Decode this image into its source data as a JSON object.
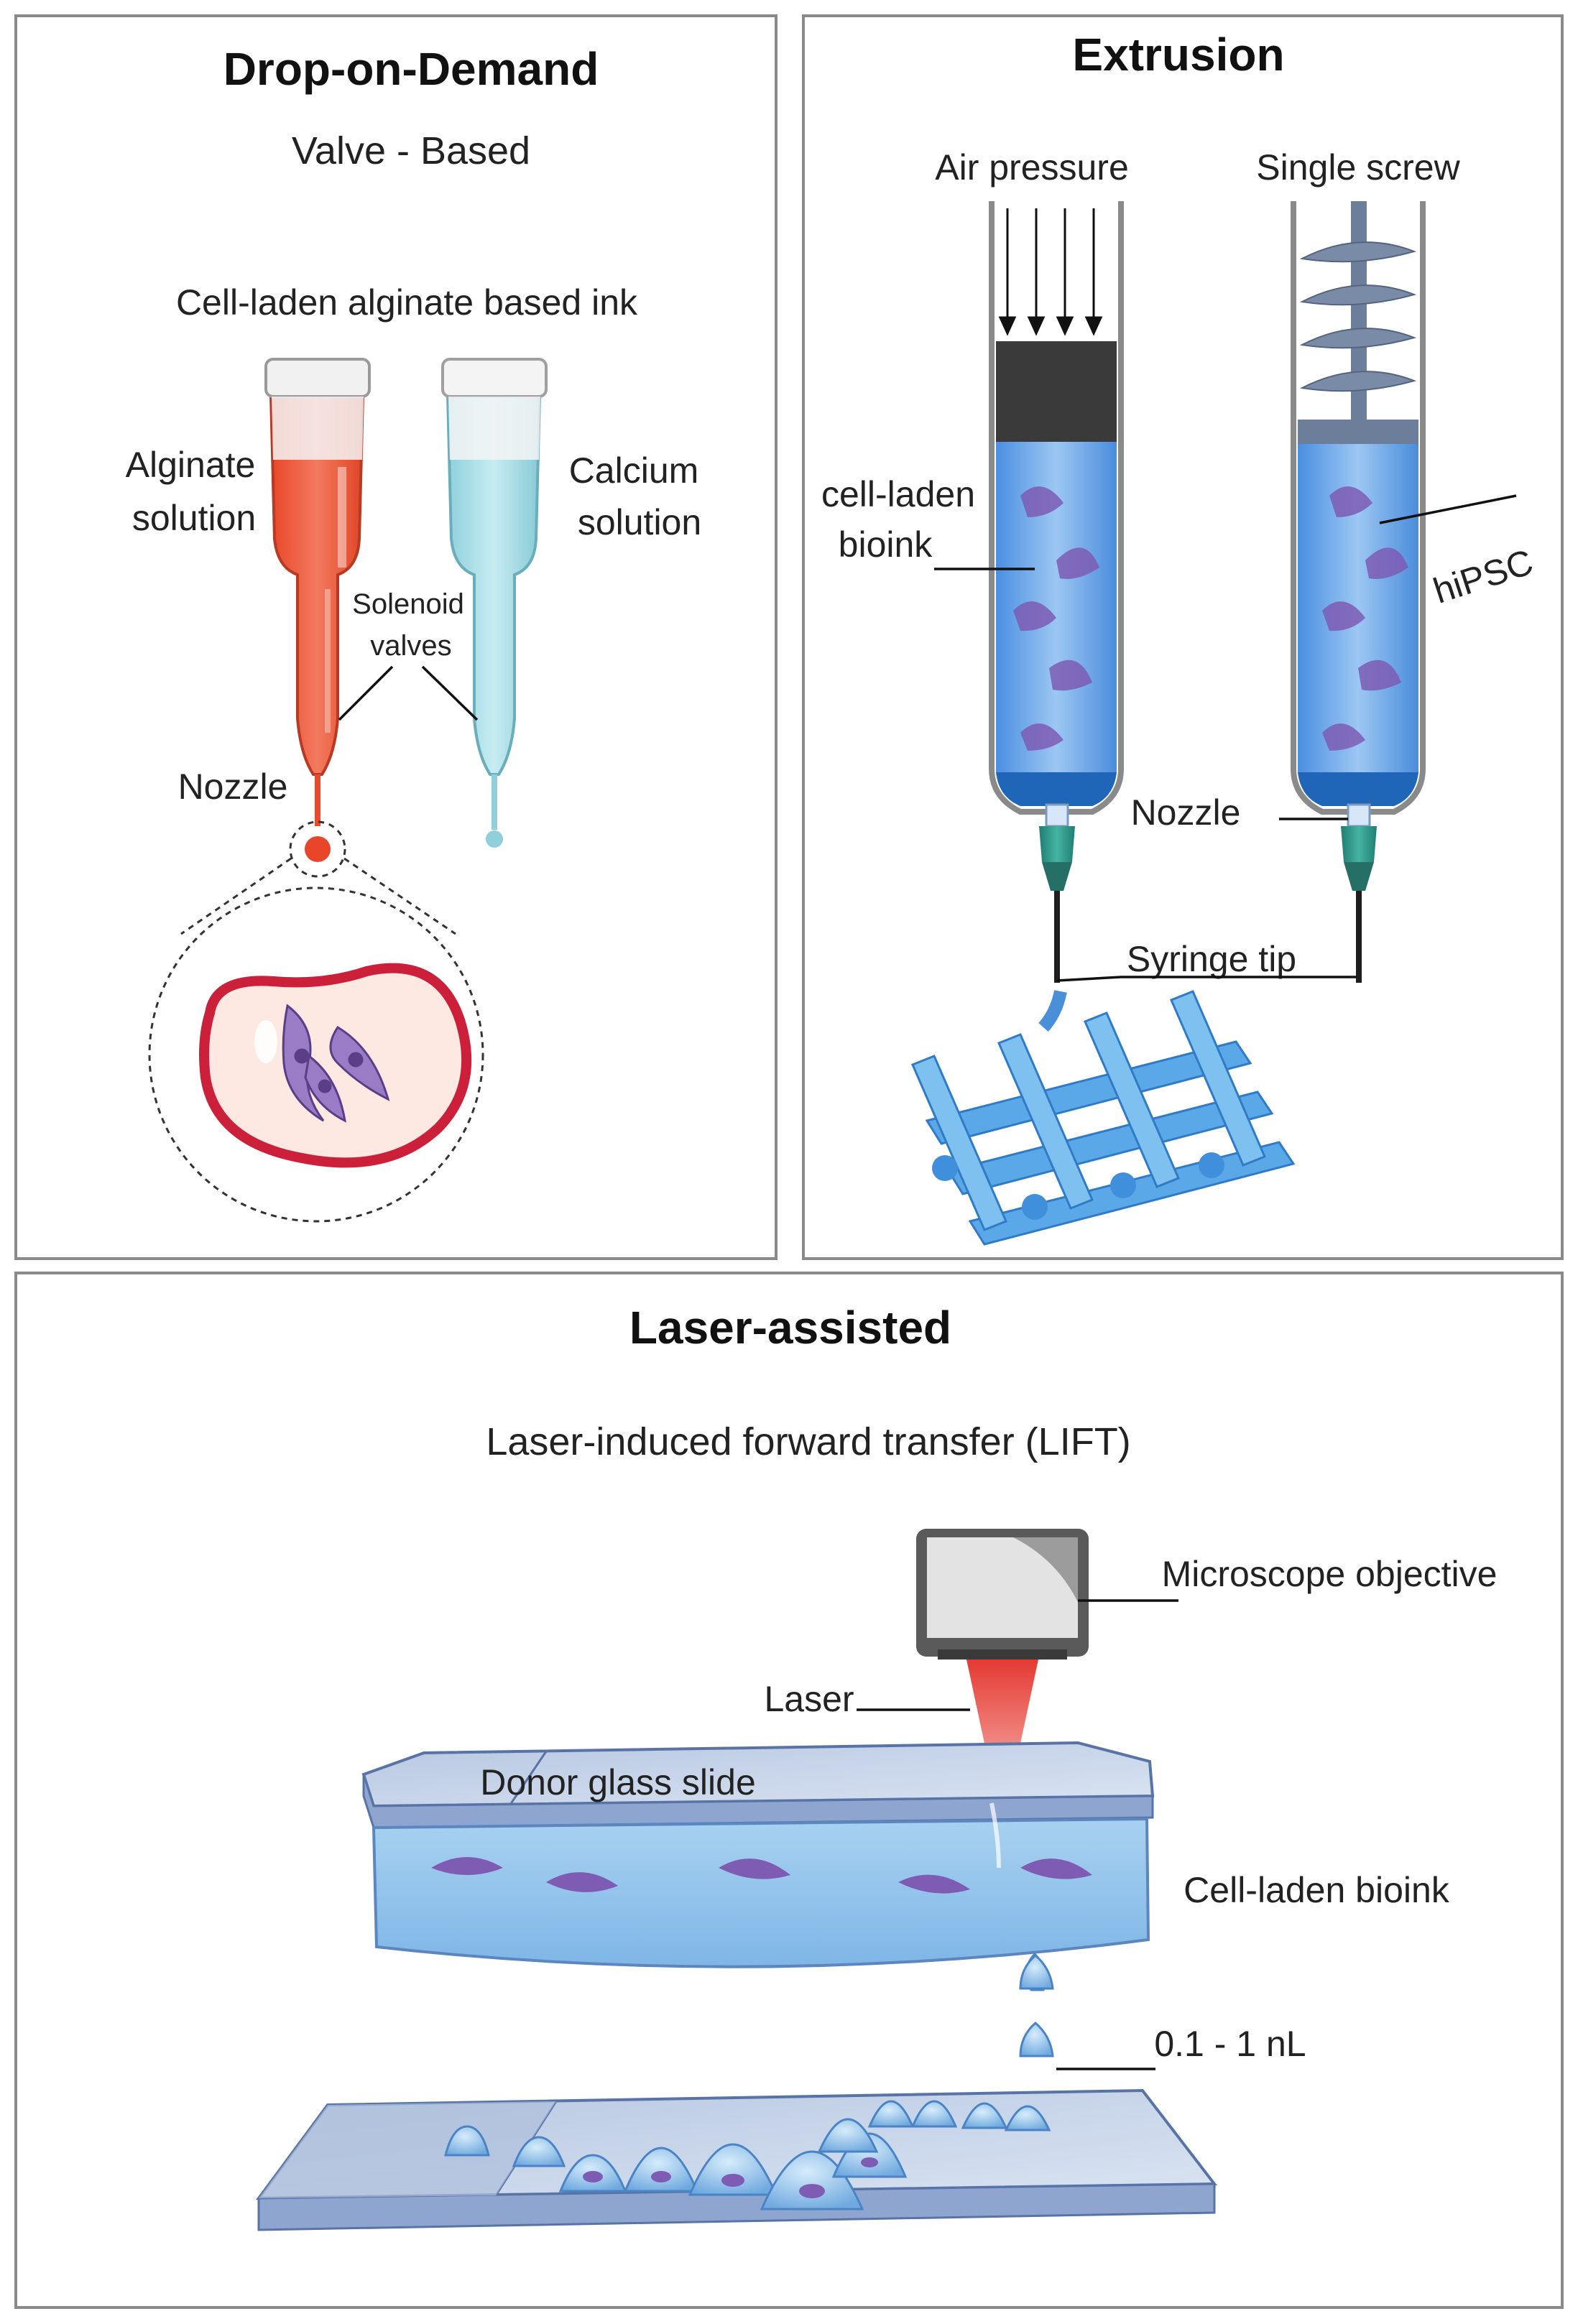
{
  "panels": {
    "dod": {
      "title": "Drop-on-Demand",
      "subtitle": "Valve - Based",
      "ink_label": "Cell-laden alginate based ink",
      "alginate_label_1": "Alginate",
      "alginate_label_2": "solution",
      "calcium_label_1": "Calcium",
      "calcium_label_2": "solution",
      "valves_label_1": "Solenoid",
      "valves_label_2": "valves",
      "nozzle_label": "Nozzle"
    },
    "extrusion": {
      "title": "Extrusion",
      "air_label": "Air pressure",
      "screw_label": "Single screw",
      "bioink_label_1": "cell-laden",
      "bioink_label_2": "bioink",
      "hipsc_label": "hiPSC",
      "nozzle_label": "Nozzle",
      "tip_label": "Syringe tip"
    },
    "laser": {
      "title": "Laser-assisted",
      "subtitle": "Laser-induced forward transfer (LIFT)",
      "objective_label": "Microscope objective",
      "laser_label": "Laser",
      "donor_label": "Donor glass slide",
      "bioink_label": "Cell-laden bioink",
      "volume_label": "0.1 - 1 nL"
    }
  },
  "colors": {
    "alginate": "#f05a3c",
    "calcium": "#9fd8e2",
    "bioink": "#6fa8e6",
    "cell": "#8a63b5",
    "nozzle_green": "#2e9a8c",
    "laser": "#e8504a",
    "glass": "#aabfdc"
  }
}
